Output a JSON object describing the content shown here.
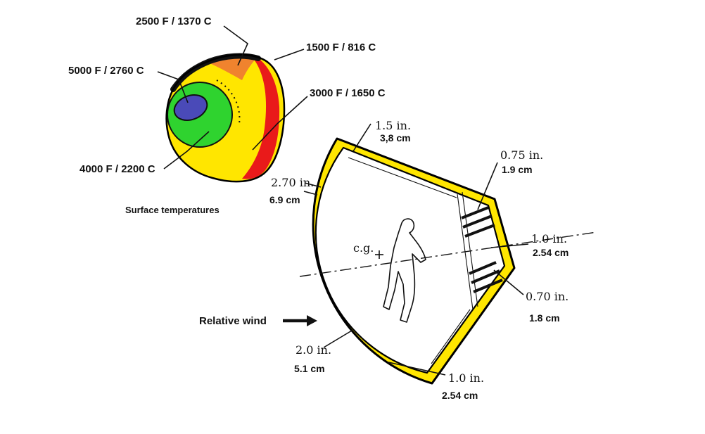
{
  "surface_temperatures": {
    "caption": "Surface temperatures",
    "labels": {
      "t2500": "2500 F / 1370 C",
      "t1500": "1500 F / 816 C",
      "t5000": "5000 F / 2760 C",
      "t3000": "3000 F / 1650 C",
      "t4000": "4000 F / 2200 C"
    }
  },
  "cross_section": {
    "relative_wind": "Relative wind",
    "cg": "c.g.",
    "dimensions": {
      "top_shell": {
        "inches": "1.5 in.",
        "metric": "3,8 cm"
      },
      "aft_upper": {
        "inches": "0.75 in.",
        "metric": "1.9 cm"
      },
      "heat_shield": {
        "inches": "2.70 in.",
        "metric": "6.9 cm"
      },
      "aft_end": {
        "inches": "1.0 in.",
        "metric": "2.54 cm"
      },
      "aft_lower": {
        "inches": "0.70 in.",
        "metric": "1.8 cm"
      },
      "lower_shell": {
        "inches": "2.0 in.",
        "metric": "5.1 cm"
      },
      "bottom_shell": {
        "inches": "1.0 in.",
        "metric": "2.54 cm"
      }
    }
  },
  "colors": {
    "zone_yellow": "#ffe600",
    "zone_green": "#2fd32f",
    "zone_blue": "#4a4ab8",
    "zone_orange": "#f0832e",
    "zone_red": "#e91a1a",
    "shell_yellow": "#ffe600",
    "outline_black": "#111111"
  }
}
